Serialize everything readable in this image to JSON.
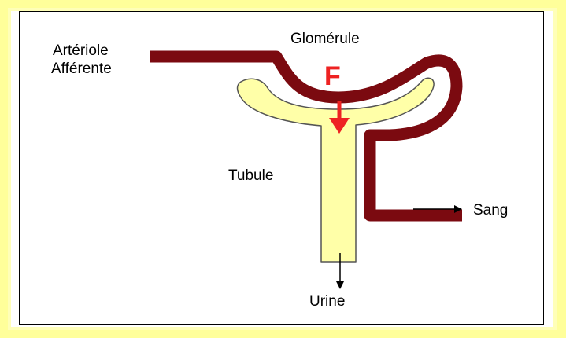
{
  "labels": {
    "glomerule": "Glomérule",
    "arteriole_line1": "Artériole",
    "arteriole_line2": "Afférente",
    "filtration": "F",
    "tubule": "Tubule",
    "sang": "Sang",
    "urine": "Urine"
  },
  "colors": {
    "vessel": "#7b0a10",
    "tubule_fill": "#ffffa8",
    "filtration_red": "#ee2222",
    "background": "#ffff9a"
  }
}
